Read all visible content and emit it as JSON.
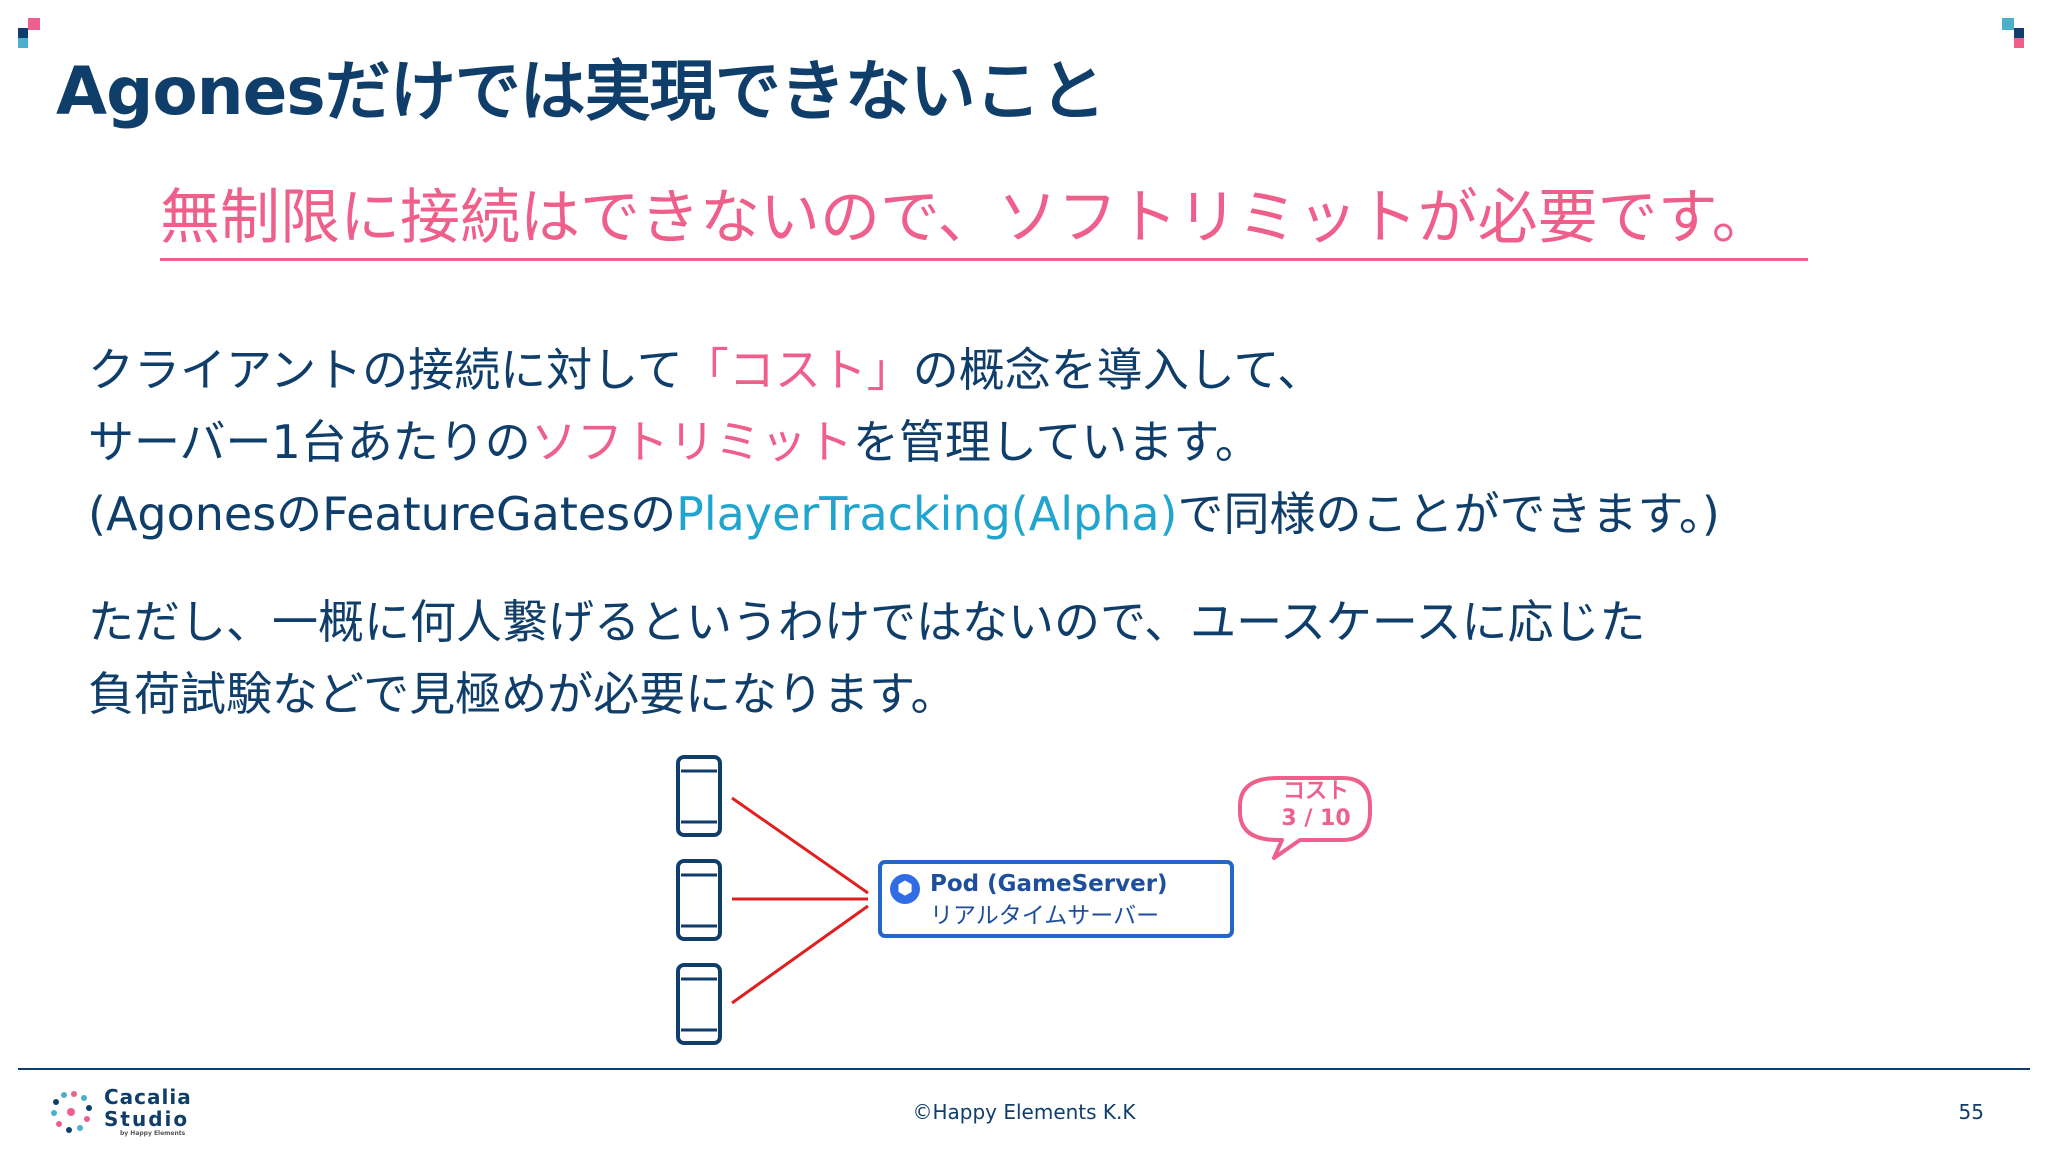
{
  "slide": {
    "title": "Agonesだけでは実現できないこと",
    "subtitle": "無制限に接続はできないので、ソフトリミットが必要です。",
    "paragraph1": {
      "line1_a": "クライアントの接続に対して",
      "line1_b": "「コスト」",
      "line1_c": "の概念を導入して、",
      "line2_a": "サーバー1台あたりの",
      "line2_b": "ソフトリミット",
      "line2_c": "を管理しています。",
      "line3_a": "(AgonesのFeatureGatesの",
      "line3_b": "PlayerTracking(Alpha)",
      "line3_c": "で同様のことができます。)"
    },
    "paragraph2": {
      "line1": "ただし、一概に何人繋げるというわけではないので、ユースケースに応じた",
      "line2": "負荷試験などで見極めが必要になります。"
    },
    "diagram": {
      "pod_title": "Pod (GameServer)",
      "pod_subtitle": "リアルタイムサーバー",
      "cost_label": "コスト",
      "cost_value": "3 / 10",
      "client_count": 3
    }
  },
  "footer": {
    "logo_line1": "Cacalia",
    "logo_line2": "Studio",
    "logo_line3": "by Happy Elements",
    "copyright": "©Happy Elements K.K",
    "page_number": "55"
  },
  "colors": {
    "navy": "#103e6b",
    "pink": "#ee5f8c",
    "cyan": "#20a5cf",
    "connector_red": "#e02020",
    "pod_blue": "#2266cc"
  }
}
